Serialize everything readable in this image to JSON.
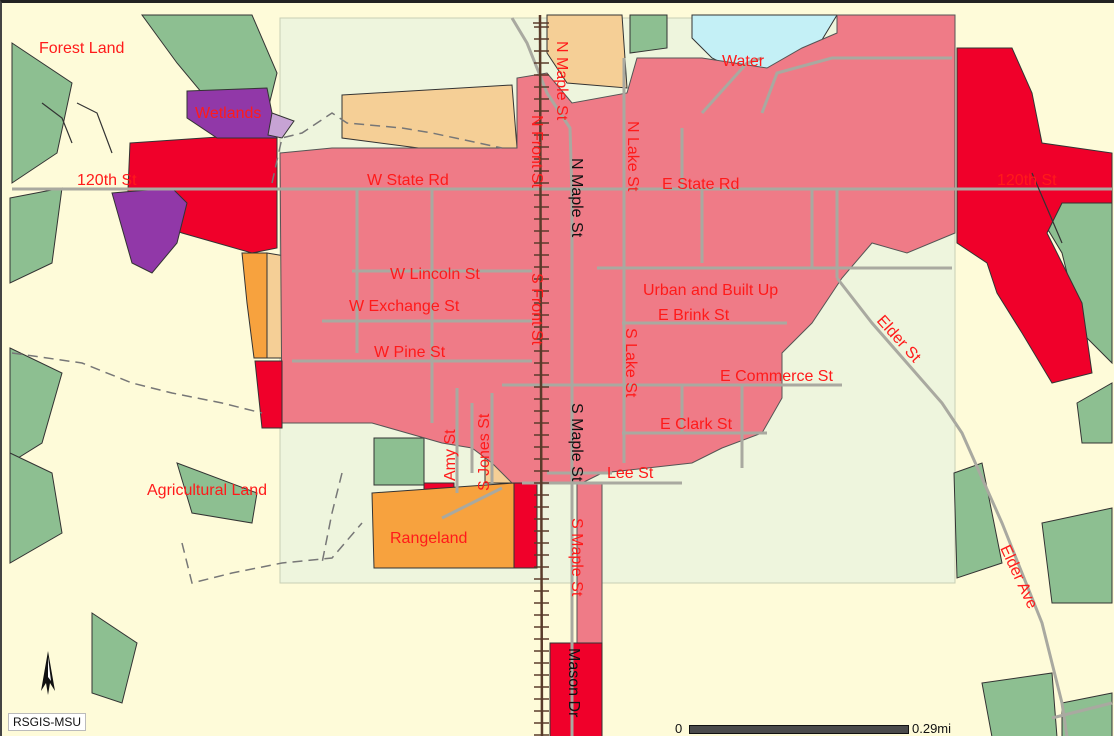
{
  "map": {
    "credit": "RSGIS-MSU",
    "scale": {
      "start": "0",
      "end": "0.29mi"
    },
    "colors": {
      "forest": "#8dbf91",
      "agricultural": "#fefbd9",
      "urban": "#ef7b87",
      "commercial_red": "#f0002a",
      "wetlands": "#9138a8",
      "water": "#c4f0f6",
      "rangeland_orange": "#f7a23e",
      "tan": "#f5cf96",
      "light_green_overlay": "#eef5dd"
    },
    "labels": {
      "forest_land": "Forest Land",
      "wetlands": "Wetlands",
      "water": "Water",
      "road_120th_west": "120th St",
      "road_120th_east": "120th St",
      "w_state_rd": "W State Rd",
      "e_state_rd": "E State Rd",
      "n_maple_top": "N Maple St",
      "n_maple_mid": "N Maple St",
      "n_front": "N Front St",
      "n_lake": "N Lake St",
      "w_lincoln": "W Lincoln St",
      "w_exchange": "W Exchange St",
      "w_pine": "W Pine St",
      "s_front": "S Front St",
      "urban_built_up": "Urban and Built Up",
      "e_brink": "E Brink St",
      "s_lake": "S Lake St",
      "e_commerce": "E Commerce St",
      "e_clark": "E Clark St",
      "elder_st": "Elder St",
      "s_maple_mid": "S Maple St",
      "s_maple_low": "S Maple St",
      "amy_st": "Amy St",
      "s_jones": "S Jones St",
      "lee_st": "Lee St",
      "agricultural_land": "Agricultural Land",
      "rangeland": "Rangeland",
      "elder_ave": "Elder Ave",
      "mason_dr": "Mason Dr"
    },
    "icons": {
      "north_arrow": "north-arrow-icon"
    }
  }
}
